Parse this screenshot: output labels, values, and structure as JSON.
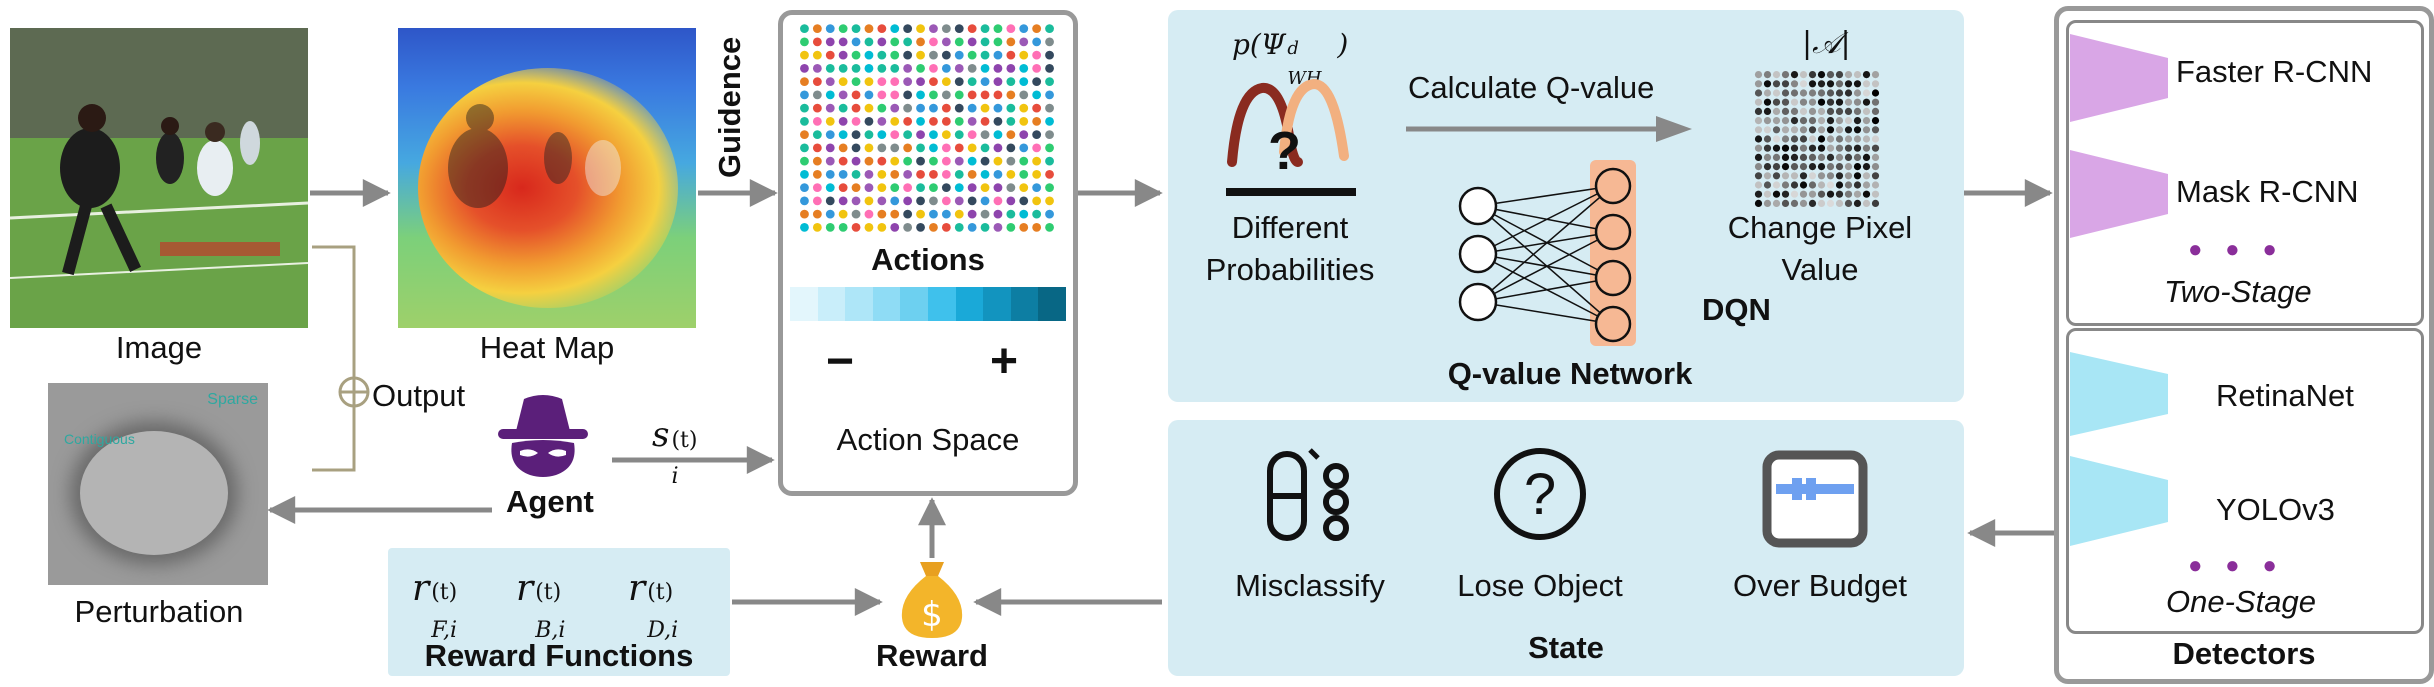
{
  "inputs": {
    "image_label": "Image",
    "heatmap_label": "Heat Map",
    "guidence_label": "Guidence",
    "perturbation_label": "Perturbation",
    "perturbation_text_a": "Sparse",
    "perturbation_text_b": "Contiguous",
    "output_label": "Output"
  },
  "agent": {
    "label": "Agent",
    "state_symbol": "s",
    "state_sup": "(t)",
    "state_sub": "i"
  },
  "actions": {
    "title": "Actions",
    "minus": "−",
    "plus": "+",
    "space_label": "Action Space",
    "gradient_colors": [
      "#e3f6fc",
      "#c9eefa",
      "#aee6f8",
      "#8fdcf5",
      "#6dd0f0",
      "#3fc1ec",
      "#1aa9d8",
      "#1294bf",
      "#0d7ea3",
      "#086785"
    ]
  },
  "qnet": {
    "prob_label": "p(Ψ",
    "prob_sup": "d",
    "prob_sub": "WH",
    "prob_close": ")",
    "question": "?",
    "diff_prob_line1": "Different",
    "diff_prob_line2": "Probabilities",
    "calc_label": "Calculate Q-value",
    "action_set": "|𝒜|",
    "change_line1": "Change Pixel",
    "change_line2": "Value",
    "dqn_label": "DQN",
    "title": "Q-value Network"
  },
  "state": {
    "misclassify": "Misclassify",
    "lose_object": "Lose Object",
    "lose_symbol": "?",
    "over_budget": "Over Budget",
    "title": "State"
  },
  "reward": {
    "fn1_base": "r",
    "fn1_sub": "F,i",
    "fn2_base": "r",
    "fn2_sub": "B,i",
    "fn3_base": "r",
    "fn3_sub": "D,i",
    "fn_sup": "(t)",
    "functions_title": "Reward Functions",
    "label": "Reward",
    "dollar": "$"
  },
  "detectors": {
    "two_stage": [
      "Faster R-CNN",
      "Mask R-CNN"
    ],
    "two_stage_label": "Two-Stage",
    "one_stage": [
      "RetinaNet",
      "YOLOv3"
    ],
    "one_stage_label": "One-Stage",
    "title": "Detectors",
    "dots": "● ● ●",
    "two_stage_color": "#d9a6e6",
    "one_stage_color": "#a8e6f5",
    "dot_color": "#8a2e9a"
  }
}
